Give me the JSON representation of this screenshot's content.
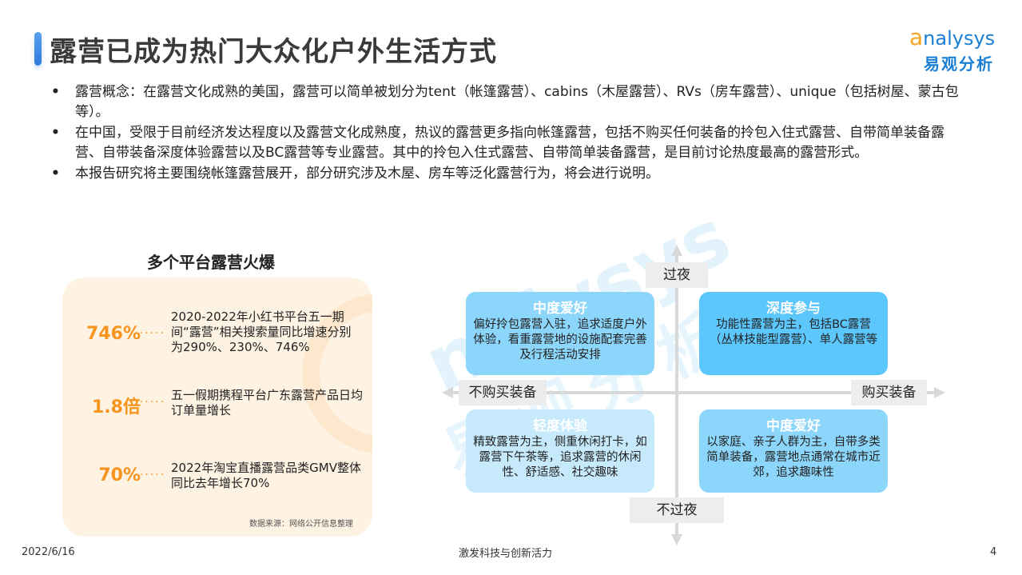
{
  "header": {
    "title": "露营已成为热门大众化户外生活方式",
    "logo_en_first": "a",
    "logo_en_rest": "nalysys",
    "logo_cn": "易观分析"
  },
  "bullets": [
    {
      "text": "露营概念：在露营文化成熟的美国，露营可以简单被划分为tent（帐篷露营）、cabins（木屋露营）、RVs（房车露营）、unique（包括树屋、蒙古包等）。"
    },
    {
      "text": "在中国，受限于目前经济发达程度以及露营文化成熟度，热议的露营更多指向帐篷露营，包括不购买任何装备的拎包入住式露营、自带简单装备露营、自带装备深度体验露营以及BC露营等专业露营。其中的拎包入住式露营、自带简单装备露营，是目前讨论热度最高的露营形式。"
    },
    {
      "text": "本报告研究将主要围绕帐篷露营展开，部分研究涉及木屋、房车等泛化露营行为，将会进行说明。"
    }
  ],
  "bullet_marker": "•",
  "stats_card": {
    "heading": "多个平台露营火爆",
    "dots": "·······",
    "items": [
      {
        "value": "746%",
        "desc": "2020-2022年小红书平台五一期间“露营”相关搜索量同比增速分别为290%、230%、746%"
      },
      {
        "value": "1.8倍",
        "desc": "五一假期携程平台广东露营产品日均订单量增长"
      },
      {
        "value": "70%",
        "desc": "2022年淘宝直播露营品类GMV整体同比去年增长70%"
      }
    ],
    "source": "数据来源：网络公开信息整理",
    "accent_color": "#f7941d",
    "background_color": "#fef2e3"
  },
  "quadrant": {
    "axis_labels": {
      "top": "过夜",
      "bottom": "不过夜",
      "left": "不购买装备",
      "right": "购买装备"
    },
    "quadrants": [
      {
        "position": "top-left",
        "title": "中度爱好",
        "body": "偏好拎包露营入驻，追求适度户外体验，看重露营地的设施配套完善及行程活动安排",
        "color": "#8dd6fb"
      },
      {
        "position": "top-right",
        "title": "深度参与",
        "body": "功能性露营为主，包括BC露营（丛林技能型露营）、单人露营等",
        "color": "#5bc7fc"
      },
      {
        "position": "bottom-left",
        "title": "轻度体验",
        "body": "精致露营为主，侧重休闲打卡，如露营下午茶等，追求露营的休闲性、舒适感、社交趣味",
        "color": "#c6eafc"
      },
      {
        "position": "bottom-right",
        "title": "中度爱好",
        "body": "以家庭、亲子人群为主，自带多类简单装备，露营地点通常在城市近郊，追求趣味性",
        "color": "#8dd6fb"
      }
    ]
  },
  "watermark": {
    "en": "nalysys",
    "cn": "易观分析"
  },
  "footer": {
    "date": "2022/6/16",
    "slogan": "激发科技与创新活力",
    "page": "4"
  }
}
